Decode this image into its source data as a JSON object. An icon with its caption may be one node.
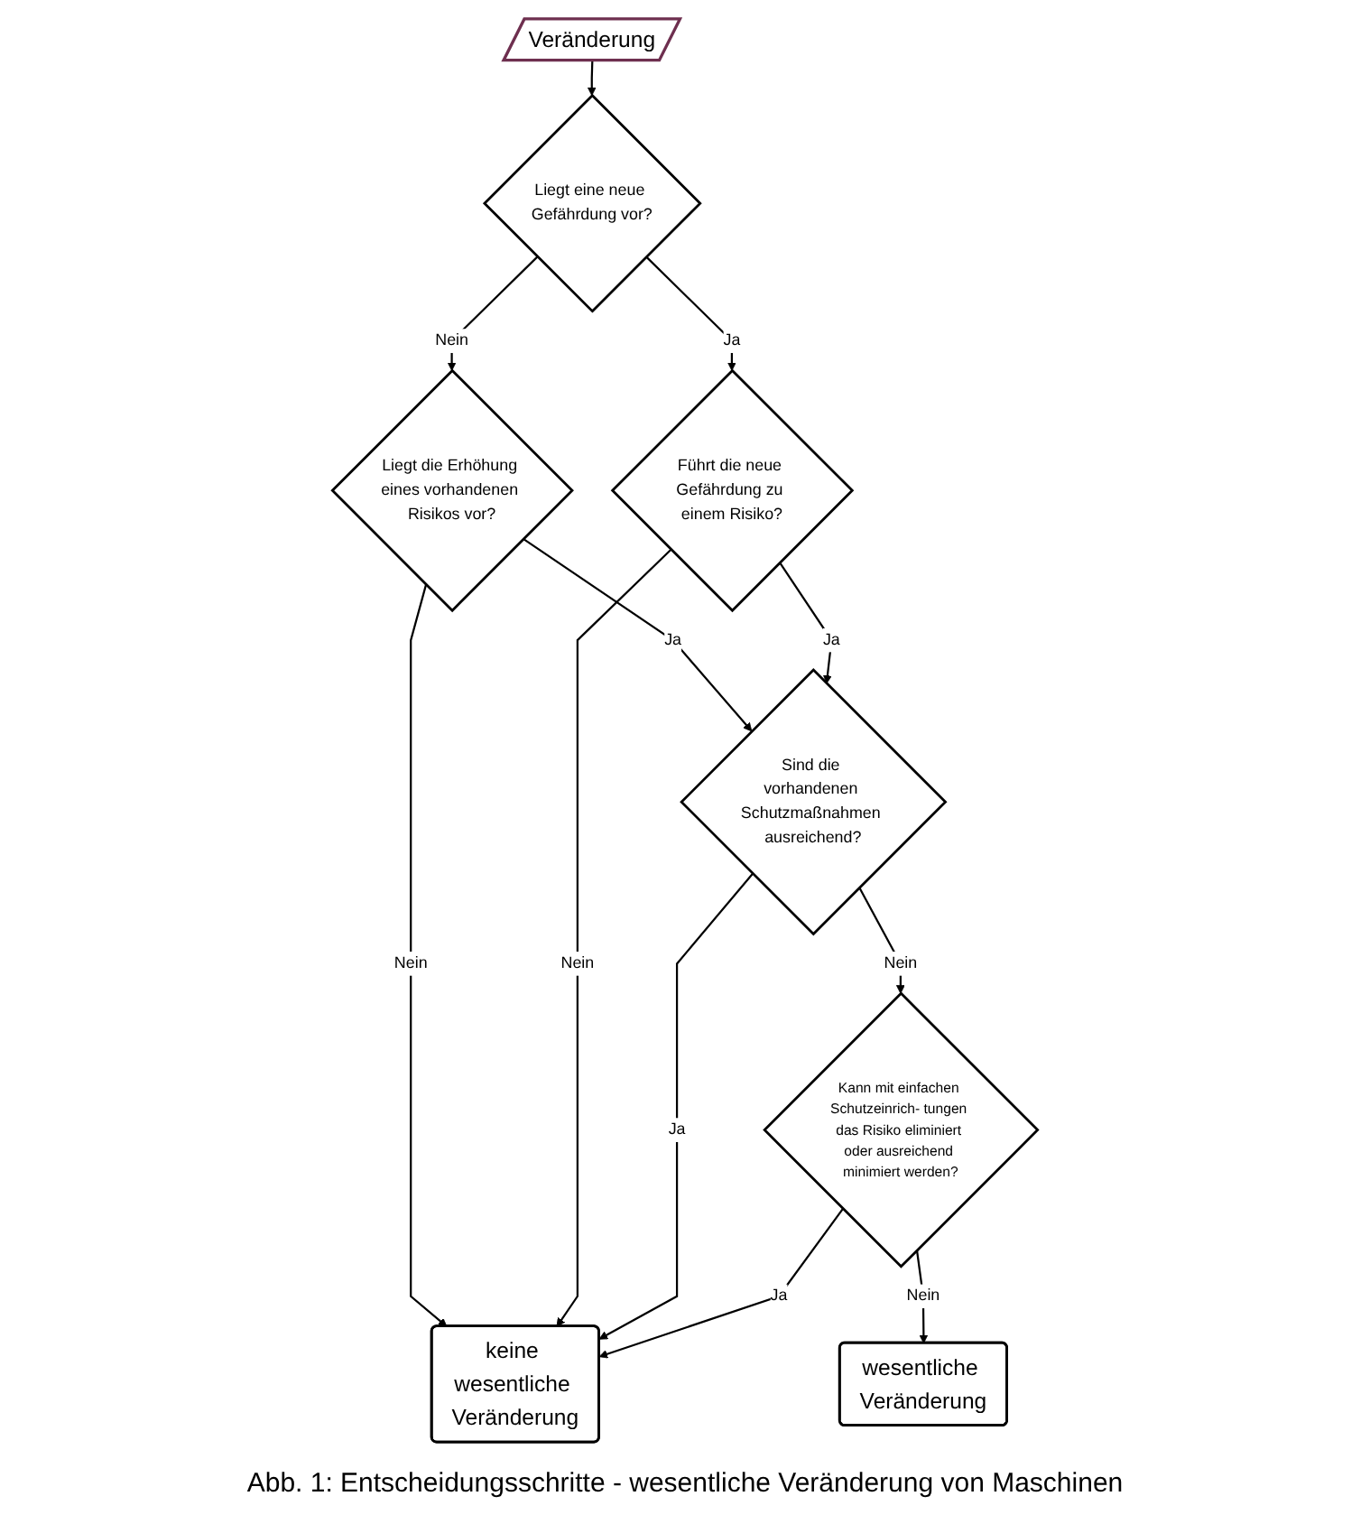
{
  "diagram": {
    "nodes": [
      {
        "text": [
          "Veränderung"
        ]
      },
      {
        "text": [
          "Liegt eine neue Gefährdung vor?"
        ]
      },
      {
        "text": [
          "Liegt die Erhöhung eines vorhandenen Risikos vor?"
        ]
      },
      {
        "text": [
          "Führt die neue Gefährdung zu einem Risiko?"
        ]
      },
      {
        "text": [
          "keine wesentliche Veränderung"
        ]
      },
      {
        "text": [
          "Sind die vorhandenen Schutzmaßnahmen ausreichend?"
        ]
      },
      {
        "text": [
          "Kann mit einfachen Schutzeinrich- tungen das Risiko eliminiert oder ausreichend minimiert werden?"
        ]
      },
      {
        "text": [
          "wesentliche Veränderung"
        ]
      }
    ],
    "edges": [
      {
        "from": 0,
        "to": 1,
        "arrow": "to"
      },
      {
        "from": 1,
        "to": 2,
        "arrow": "to",
        "label": "Nein"
      },
      {
        "from": 1,
        "to": 3,
        "arrow": "to",
        "label": "Ja"
      },
      {
        "from": 2,
        "to": 4,
        "arrow": "to",
        "label": "Nein"
      },
      {
        "from": 2,
        "to": 5,
        "arrow": "to",
        "label": "Ja"
      },
      {
        "from": 3,
        "to": 4,
        "arrow": "to",
        "label": "Nein"
      },
      {
        "from": 3,
        "to": 5,
        "arrow": "to",
        "label": "Ja"
      },
      {
        "from": 5,
        "to": 4,
        "arrow": "to",
        "label": "Ja"
      },
      {
        "from": 5,
        "to": 6,
        "arrow": "to",
        "label": "Nein"
      },
      {
        "from": 6,
        "to": 4,
        "arrow": "to",
        "label": "Ja"
      },
      {
        "from": 6,
        "to": 7,
        "arrow": "to",
        "label": "Nein"
      }
    ],
    "caption": "Abb. 1: Entscheidungsschritte - wesentliche Veränderung von Maschinen"
  }
}
